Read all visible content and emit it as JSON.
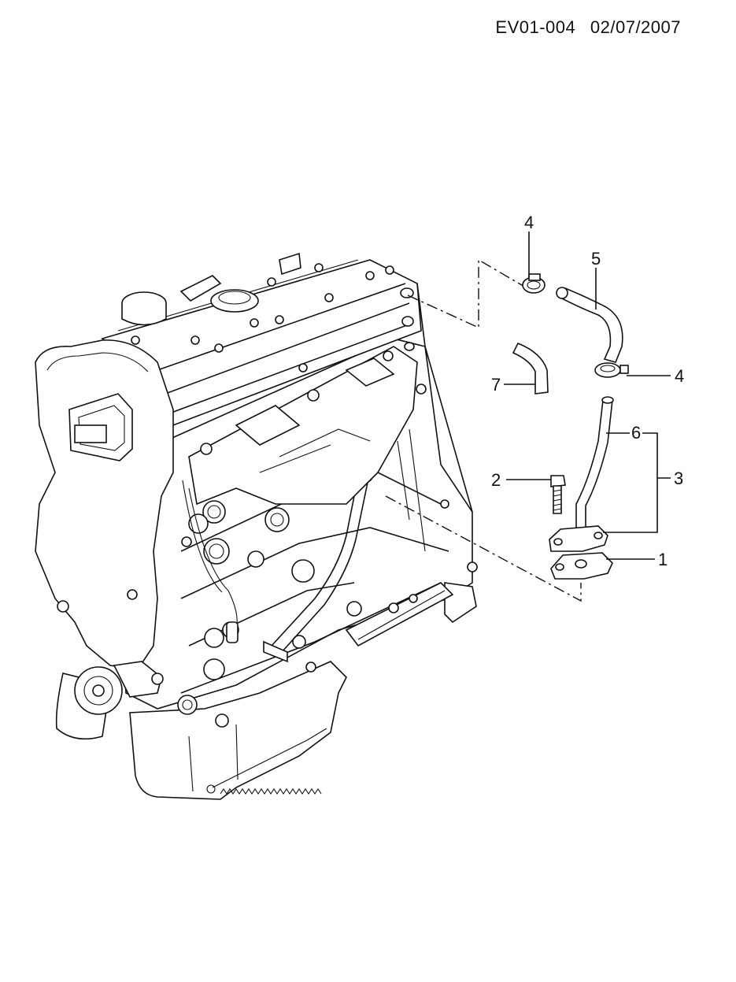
{
  "header": {
    "code": "EV01-004",
    "date": "02/07/2007"
  },
  "callouts": {
    "c4_top": "4",
    "c5": "5",
    "c4_right": "4",
    "c7": "7",
    "c6": "6",
    "c3": "3",
    "c2": "2",
    "c1": "1"
  }
}
